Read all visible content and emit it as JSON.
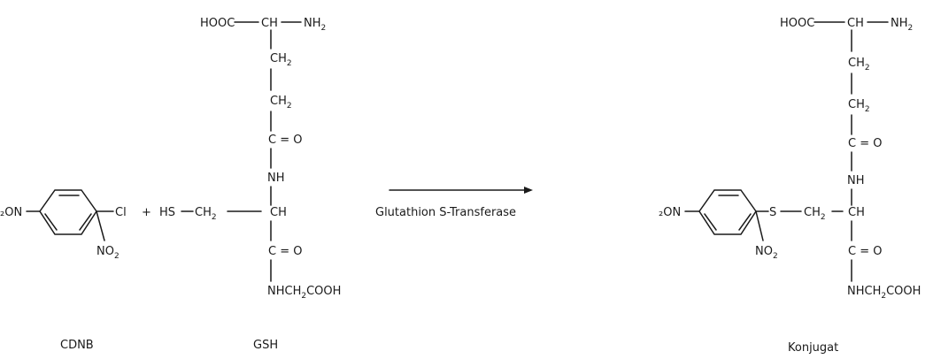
{
  "enzyme": "Glutathion S-Transferase",
  "plus": "+",
  "labels": {
    "cdnb": "CDNB",
    "gsh": "GSH",
    "product": "Konjugat"
  },
  "cdnb": {
    "nitro_left": "₂ON",
    "chloro": "Cl",
    "nitro_no": "NO",
    "nitro_sub": "2"
  },
  "gsh": {
    "hooc": "HOOC",
    "ch": "CH",
    "nh": "NH",
    "nh_sub": "2",
    "ch2": "CH",
    "sub2": "2",
    "c_eq_o": "C = O",
    "nh_link": "NH",
    "hs": "HS",
    "ch_alpha": "CH",
    "gly": "NHCH",
    "gly_tail": "COOH"
  },
  "product": {
    "nitro_left": "₂ON",
    "s": "S",
    "nitro_no": "NO",
    "nitro_sub": "2",
    "hooc": "HOOC",
    "ch": "CH",
    "nh": "NH",
    "nh_sub": "2",
    "ch2": "CH",
    "sub2": "2",
    "c_eq_o": "C = O",
    "nh_link": "NH",
    "ch_alpha": "CH",
    "gly": "NHCH",
    "gly_tail": "COOH"
  }
}
